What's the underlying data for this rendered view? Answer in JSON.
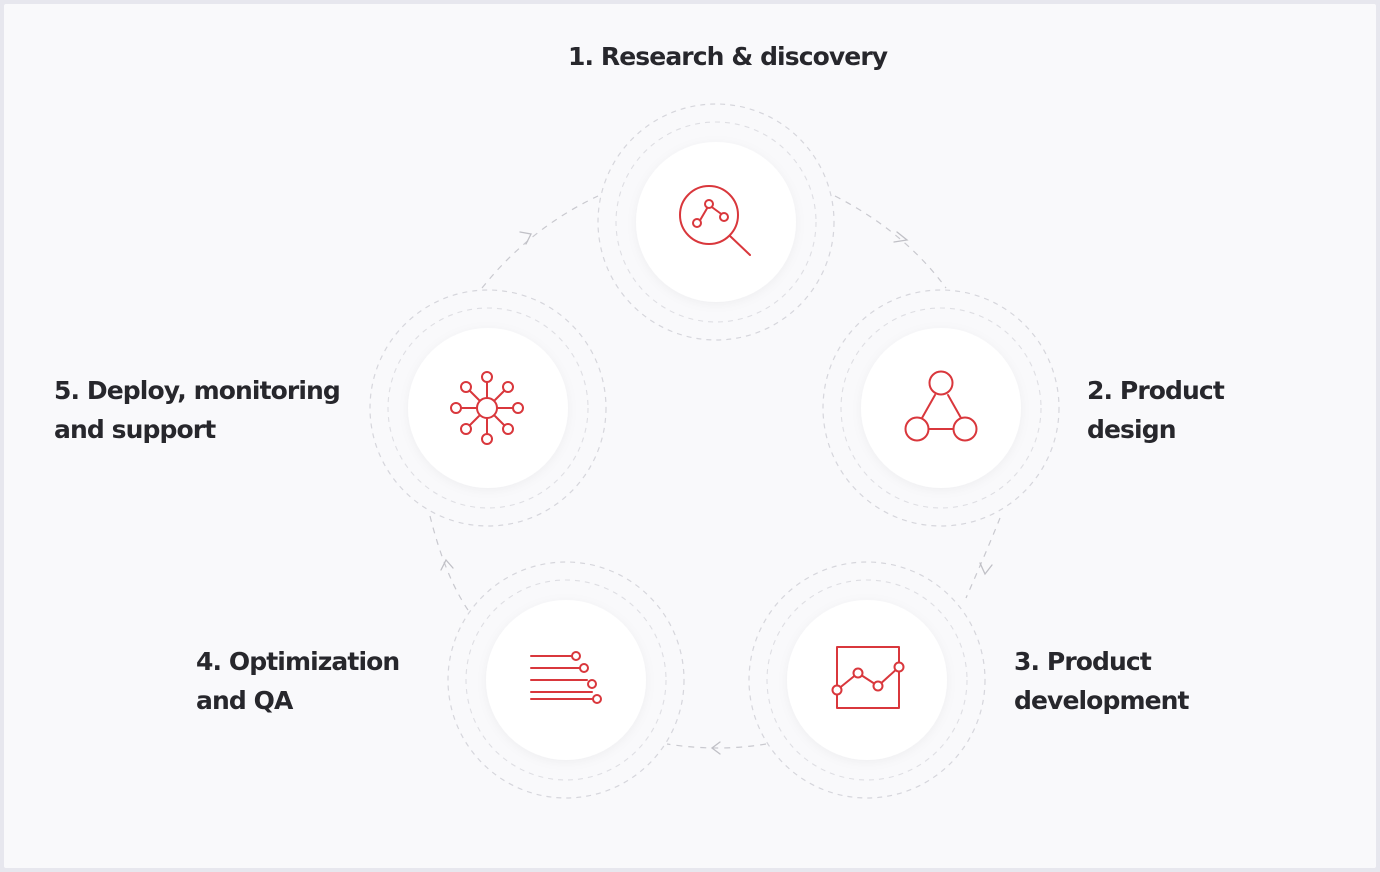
{
  "diagram": {
    "accent_color": "#d9373c",
    "steps": [
      {
        "icon": "search-analytics-icon",
        "lines": [
          "1. Research & discovery"
        ]
      },
      {
        "icon": "triangle-nodes-icon",
        "lines": [
          "2. Product",
          "design"
        ]
      },
      {
        "icon": "line-chart-icon",
        "lines": [
          "3. Product",
          "development"
        ]
      },
      {
        "icon": "list-sliders-icon",
        "lines": [
          "4. Optimization",
          "and QA"
        ]
      },
      {
        "icon": "hub-network-icon",
        "lines": [
          "5. Deploy, monitoring",
          "and support"
        ]
      }
    ]
  }
}
